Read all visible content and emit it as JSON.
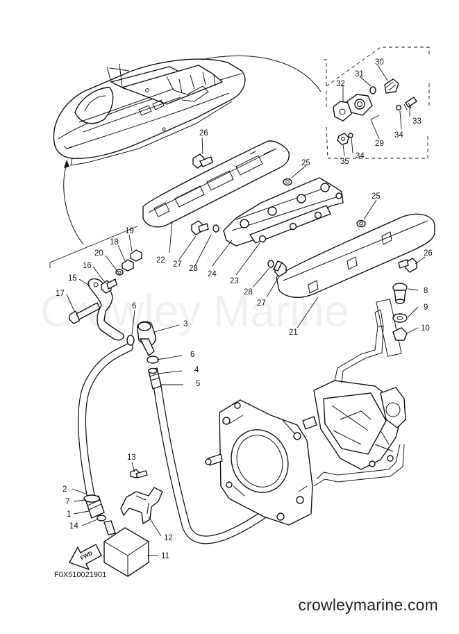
{
  "drawing_code": "F0X510021901",
  "watermark": "Crowley Marine",
  "footer": "crowleymarine.com",
  "fwd_label": "FWD",
  "callouts": [
    "1",
    "2",
    "3",
    "4",
    "5",
    "6",
    "7",
    "8",
    "9",
    "10",
    "11",
    "12",
    "13",
    "14",
    "15",
    "16",
    "17",
    "18",
    "19",
    "20",
    "21",
    "22",
    "23",
    "24",
    "25",
    "26",
    "27",
    "28",
    "29",
    "30",
    "31",
    "32",
    "33",
    "34",
    "35"
  ]
}
